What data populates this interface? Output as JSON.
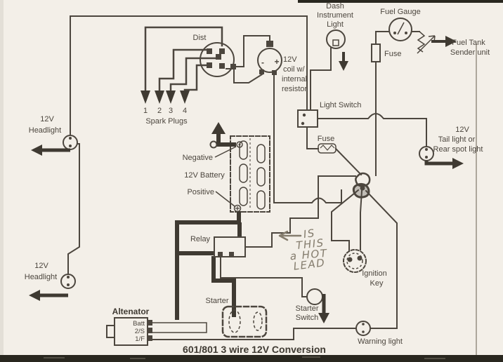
{
  "colors": {
    "bg": "#f3efe8",
    "wire": "#4c463e",
    "thick": "#3f3a32",
    "hand": "#847c6d",
    "band": "#29271f",
    "edge": "#968f83"
  },
  "labels": {
    "dist": "Dist",
    "spark_nums": [
      "1",
      "2",
      "3",
      "4"
    ],
    "spark_plugs": "Spark Plugs",
    "coil": [
      "12V",
      "coil w/",
      "internal",
      "resistor"
    ],
    "coil_polarity": [
      "-",
      "+"
    ],
    "dash_light": [
      "Dash",
      "Instrument",
      "Light"
    ],
    "fuel_gauge": "Fuel Gauge",
    "fuse_top": "Fuse",
    "fuse_mid": "Fuse",
    "sender": [
      "Fuel Tank",
      "Sender unit"
    ],
    "light_switch": "Light Switch",
    "headlight_top": [
      "12V",
      "Headlight"
    ],
    "headlight_bottom": [
      "12V",
      "Headlight"
    ],
    "tail_light": [
      "12V",
      "Tail light or",
      "Rear spot light"
    ],
    "negative": "Negative",
    "battery": "12V Battery",
    "positive": "Positive",
    "relay": "Relay",
    "handwriting": [
      "IS",
      "THIS",
      "a HOT",
      "LEAD"
    ],
    "ignition": [
      "Ignition",
      "Key"
    ],
    "alternator": "Altenator",
    "alt_terminals": [
      "Batt",
      "2/S",
      "1/F"
    ],
    "starter": "Starter",
    "starter_switch": [
      "Starter",
      "Switch"
    ],
    "warning": "Warning light",
    "caption": "601/801 3 wire 12V Conversion"
  }
}
